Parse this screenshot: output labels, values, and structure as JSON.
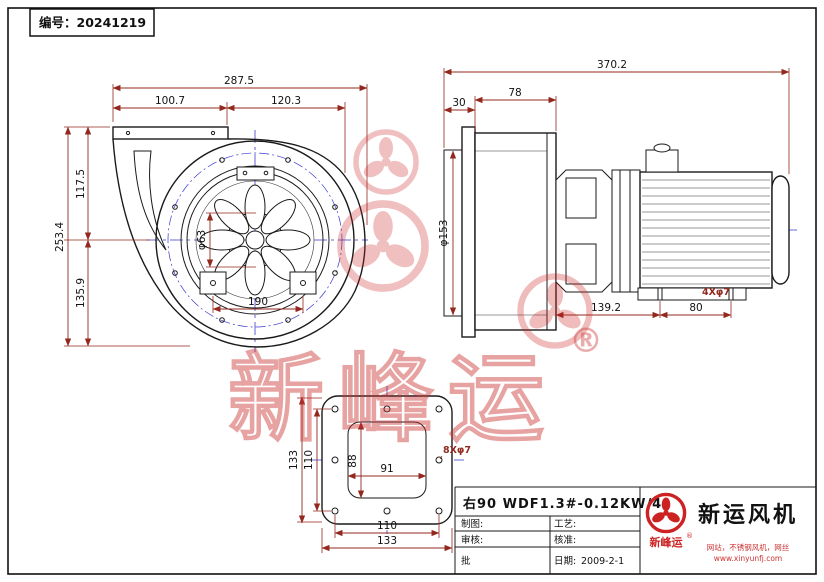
{
  "page": {
    "serial": "编号：20241219",
    "bg_color": "#ffffff",
    "line_color": "#1a1a1a",
    "dim_color": "#93291e",
    "centerline_color": "#3a3ad0",
    "brand_red": "#cc2222"
  },
  "front_view": {
    "total_width": "287.5",
    "left_width": "100.7",
    "right_width": "120.3",
    "top_height": "117.5",
    "total_height": "253.4",
    "bottom_height": "135.9",
    "hub_dia": "φ63",
    "feet_span": "190"
  },
  "side_view": {
    "total_length": "370.2",
    "housing_depth": "78",
    "flange_offset": "30",
    "inlet_dia": "φ153",
    "body_length": "139.2",
    "feet_span": "80",
    "feet_holes": "4Xφ7"
  },
  "flange_view": {
    "outer_height": "133",
    "bolt_height": "110",
    "opening_height": "88",
    "opening_width": "91",
    "holes": "8Xφ7",
    "bolt_width": "110",
    "outer_width": "133"
  },
  "title_block": {
    "model": "右90 WDF1.3#-0.12KW/4",
    "drawn_label": "制图:",
    "checked_label": "审核:",
    "approved_label": "批",
    "process_label": "工艺:",
    "ratify_label": "核准:",
    "date_label": "日期:",
    "date_value": "2009-2-1",
    "company": "新运风机",
    "brand": "新峰运",
    "reg_mark": "®",
    "tagline": "网站，不锈钢风机，网丝",
    "website": "www.xinyunfj.com"
  },
  "watermark": {
    "brand": "新峰运",
    "reg_mark": "®"
  }
}
